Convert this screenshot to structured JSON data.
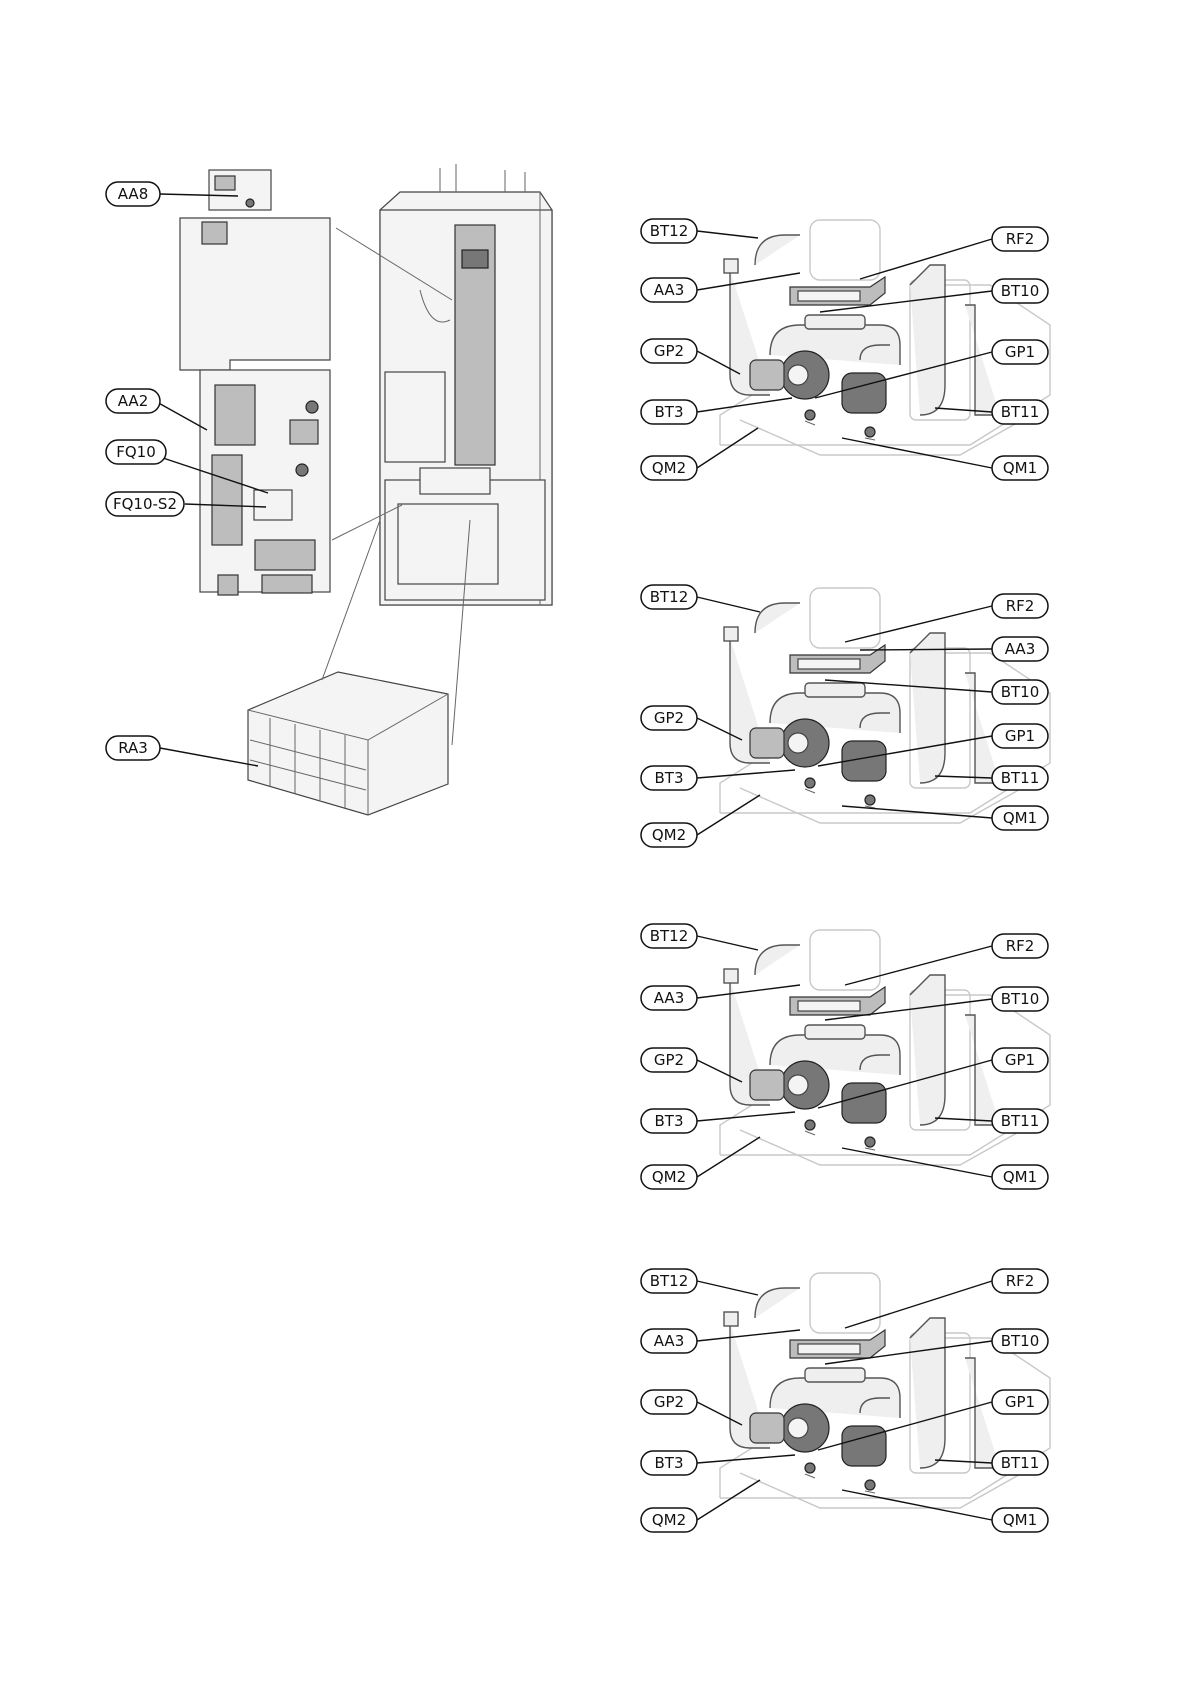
{
  "top_left_labels": [
    {
      "id": "AA8",
      "text": "AA8"
    },
    {
      "id": "AA2",
      "text": "AA2"
    },
    {
      "id": "FQ10",
      "text": "FQ10"
    },
    {
      "id": "FQ10-S2",
      "text": "FQ10-S2"
    },
    {
      "id": "RA3",
      "text": "RA3"
    }
  ],
  "modules": [
    {
      "labels": {
        "BT12": "BT12",
        "AA3": "AA3",
        "GP2": "GP2",
        "BT3": "BT3",
        "QM2": "QM2",
        "RF2": "RF2",
        "BT10": "BT10",
        "GP1": "GP1",
        "BT11": "BT11",
        "QM1": "QM1"
      }
    },
    {
      "labels": {
        "BT12": "BT12",
        "AA3": "AA3",
        "GP2": "GP2",
        "BT3": "BT3",
        "QM2": "QM2",
        "RF2": "RF2",
        "BT10": "BT10",
        "GP1": "GP1",
        "BT11": "BT11",
        "QM1": "QM1"
      }
    },
    {
      "labels": {
        "BT12": "BT12",
        "AA3": "AA3",
        "GP2": "GP2",
        "BT3": "BT3",
        "QM2": "QM2",
        "RF2": "RF2",
        "BT10": "BT10",
        "GP1": "GP1",
        "BT11": "BT11",
        "QM1": "QM1"
      }
    },
    {
      "labels": {
        "BT12": "BT12",
        "AA3": "AA3",
        "GP2": "GP2",
        "BT3": "BT3",
        "QM2": "QM2",
        "RF2": "RF2",
        "BT10": "BT10",
        "GP1": "GP1",
        "BT11": "BT11",
        "QM1": "QM1"
      }
    }
  ]
}
